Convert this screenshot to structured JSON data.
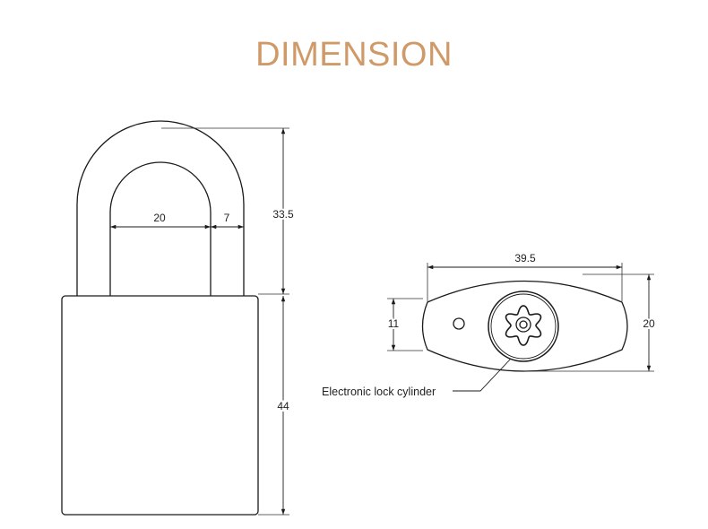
{
  "title": "DIMENSION",
  "front_view": {
    "dimensions": {
      "inner_width": "20",
      "shackle_thickness": "7",
      "shackle_height": "33.5",
      "body_height": "44"
    }
  },
  "top_view": {
    "dimensions": {
      "length": "39.5",
      "width": "20",
      "cylinder_diameter": "11"
    },
    "callout": "Electronic lock cylinder"
  }
}
